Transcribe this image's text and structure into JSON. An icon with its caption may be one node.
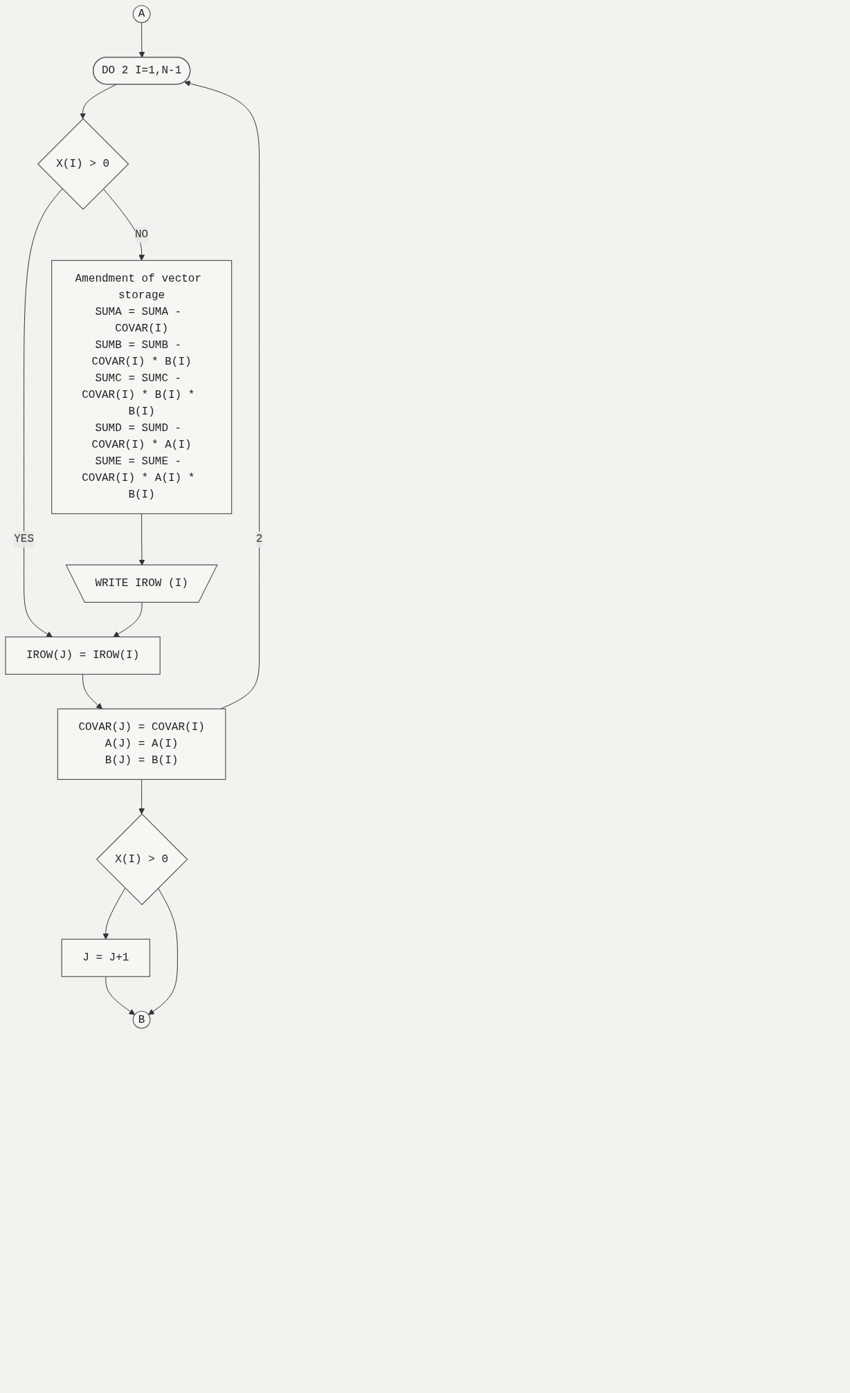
{
  "diagram": {
    "nodes": [
      {
        "text": [
          "A"
        ]
      },
      {
        "text": [
          "DO 2 I=1,N-1"
        ]
      },
      {
        "text": [
          "X(I) > 0"
        ]
      },
      {
        "text": [
          "Amendment of vector storage",
          "SUMA = SUMA - COVAR(I)",
          "SUMB = SUMB - COVAR(I) * B(I)",
          "SUMC = SUMC - COVAR(I) * B(I) * B(I)",
          "SUMD = SUMD - COVAR(I) * A(I)",
          "SUME = SUME - COVAR(I) * A(I) * B(I)"
        ]
      },
      {
        "text": [
          "WRITE IROW (I)"
        ]
      },
      {
        "text": [
          "IROW(J) = IROW(I)"
        ]
      },
      {
        "text": [
          "COVAR(J) = COVAR(I)",
          "A(J) = A(I)",
          "B(J) = B(I)"
        ]
      },
      {
        "text": [
          "X(I) > 0"
        ]
      },
      {
        "text": [
          "J = J+1"
        ]
      },
      {
        "text": [
          "B"
        ]
      }
    ],
    "edges": [
      {
        "from": 0,
        "to": 1,
        "arrow": "to"
      },
      {
        "from": 1,
        "to": 2,
        "arrow": "to"
      },
      {
        "from": 2,
        "to": 3,
        "arrow": "to",
        "label": "NO"
      },
      {
        "from": 2,
        "to": 5,
        "arrow": "to",
        "label": "YES"
      },
      {
        "from": 3,
        "to": 4,
        "arrow": "to"
      },
      {
        "from": 4,
        "to": 5,
        "arrow": "to"
      },
      {
        "from": 5,
        "to": 6,
        "arrow": "to"
      },
      {
        "from": 6,
        "to": 7,
        "arrow": "to"
      },
      {
        "from": 6,
        "to": 1,
        "arrow": "to",
        "label": "2"
      },
      {
        "from": 7,
        "to": 8,
        "arrow": "to"
      },
      {
        "from": 8,
        "to": 9,
        "arrow": "to"
      },
      {
        "from": 7,
        "to": 9,
        "arrow": "to"
      }
    ]
  }
}
